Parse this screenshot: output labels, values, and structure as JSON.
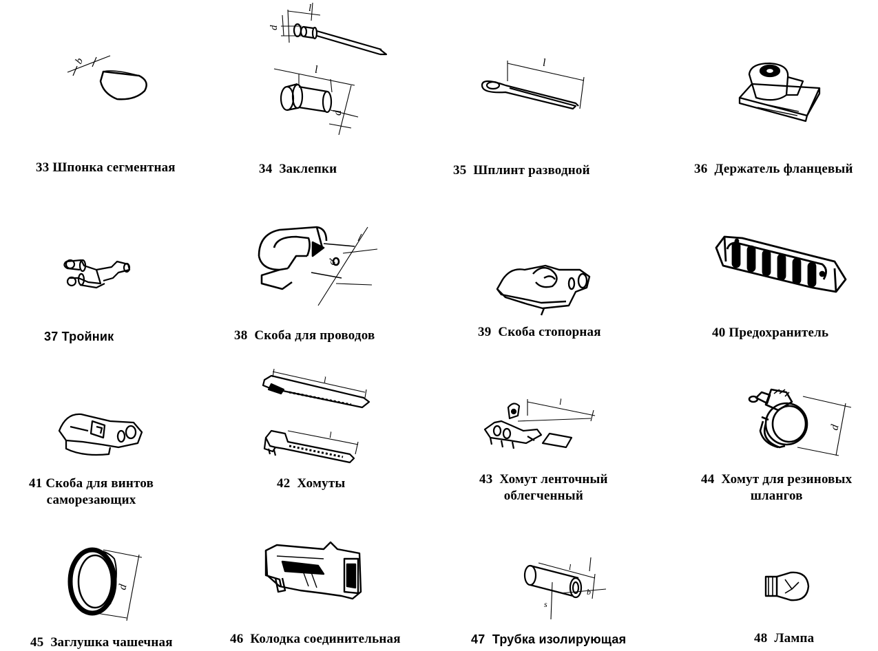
{
  "items": [
    {
      "num": "33",
      "name": "Шпонка сегментная",
      "dims": [
        "b"
      ]
    },
    {
      "num": "34",
      "name": "Заклепки",
      "dims": [
        "d",
        "l",
        "l",
        "d"
      ]
    },
    {
      "num": "35",
      "name": "Шплинт разводной",
      "dims": [
        "l"
      ]
    },
    {
      "num": "36",
      "name": "Держатель фланцевый"
    },
    {
      "num": "37",
      "name": "Тройник"
    },
    {
      "num": "38",
      "name": "Скоба для проводов",
      "dims": [
        "d"
      ]
    },
    {
      "num": "39",
      "name": "Скоба стопорная"
    },
    {
      "num": "40",
      "name": "Предохранитель"
    },
    {
      "num": "41",
      "name": "Скоба для винтов",
      "name2": "саморезающих"
    },
    {
      "num": "42",
      "name": "Хомуты",
      "dims": [
        "l",
        "l"
      ]
    },
    {
      "num": "43",
      "name": "Хомут ленточный",
      "name2": "облегченный",
      "dims": [
        "l"
      ]
    },
    {
      "num": "44",
      "name": "Хомут для резиновых",
      "name2": "шлангов",
      "dims": [
        "d"
      ]
    },
    {
      "num": "45",
      "name": "Заглушка чашечная",
      "dims": [
        "d"
      ]
    },
    {
      "num": "46",
      "name": "Колодка соединительная"
    },
    {
      "num": "47",
      "name": "Трубка изолирующая",
      "dims": [
        "l",
        "b",
        "s"
      ]
    },
    {
      "num": "48",
      "name": "Лампа"
    }
  ]
}
